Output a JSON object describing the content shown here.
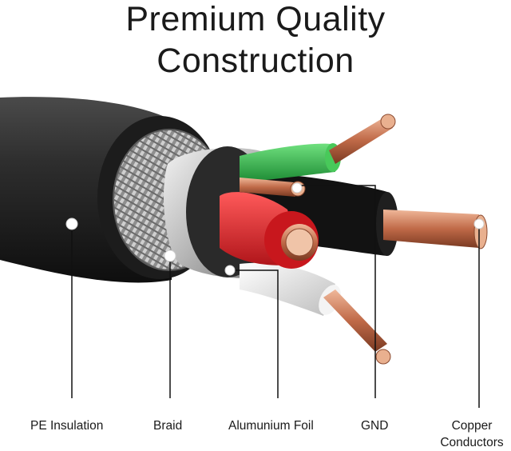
{
  "title": {
    "line1": "Premium Quality",
    "line2": "Construction"
  },
  "labels": {
    "pe_insulation": "PE Insulation",
    "braid": "Braid",
    "aluminium_foil": "Alumunium Foil",
    "gnd": "GND",
    "copper_line1": "Copper",
    "copper_line2": "Conductors"
  },
  "colors": {
    "jacket": "#2a2a2a",
    "braid": "#9a9a9a",
    "foil": "#c8c8c8",
    "red_wire": "#e0272b",
    "green_wire": "#2fb34a",
    "white_wire": "#eeeeee",
    "black_wire": "#151515",
    "copper": "#c9785a"
  }
}
